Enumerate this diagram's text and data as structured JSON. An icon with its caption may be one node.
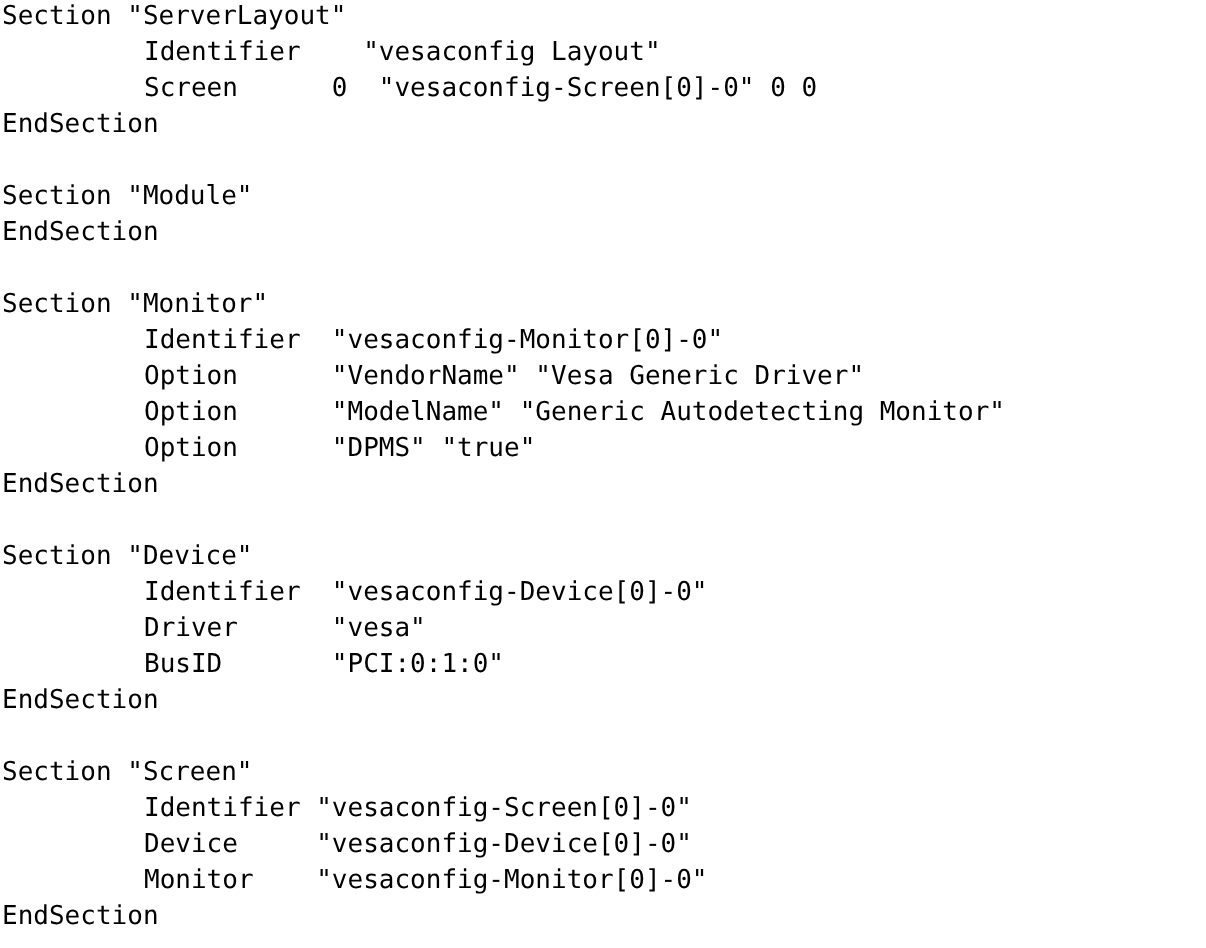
{
  "diagram": {
    "labels": [
      "Section \"ServerLayout\"",
      "Identifier    \"vesaconfig Layout\"",
      "Screen      0  \"vesaconfig-Screen[0]-0\" 0 0",
      "EndSection",
      "Section \"Module\"",
      "EndSection",
      "Section \"Monitor\"",
      "Identifier  \"vesaconfig-Monitor[0]-0\"",
      "Option      \"VendorName\" \"Vesa Generic Driver\"",
      "Option      \"ModelName\" \"Generic Autodetecting Monitor\"",
      "Option      \"DPMS\" \"true\"",
      "EndSection",
      "Section \"Device\"",
      "Identifier  \"vesaconfig-Device[0]-0\"",
      "Driver      \"vesa\"",
      "BusID       \"PCI:0:1:0\"",
      "EndSection",
      "Section \"Screen\"",
      "Identifier \"vesaconfig-Screen[0]-0\"",
      "Device     \"vesaconfig-Device[0]-0\"",
      "Monitor    \"vesaconfig-Monitor[0]-0\"",
      "EndSection"
    ]
  }
}
